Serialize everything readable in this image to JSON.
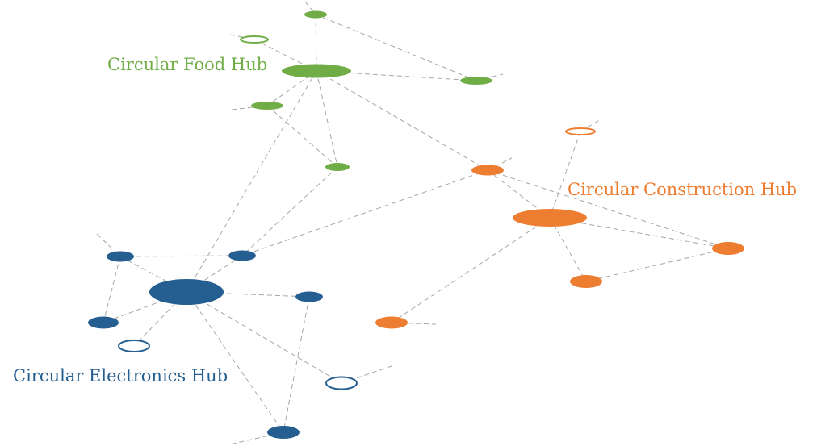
{
  "colors": {
    "food": "#70ad47",
    "construction": "#ed7d31",
    "electronics": "#255e91",
    "edge": "#a6a6a6",
    "background": "#ffffff"
  },
  "labels": {
    "food": "Circular Food Hub",
    "construction": "Circular Construction Hub",
    "electronics": "Circular Electronics Hub"
  }
}
